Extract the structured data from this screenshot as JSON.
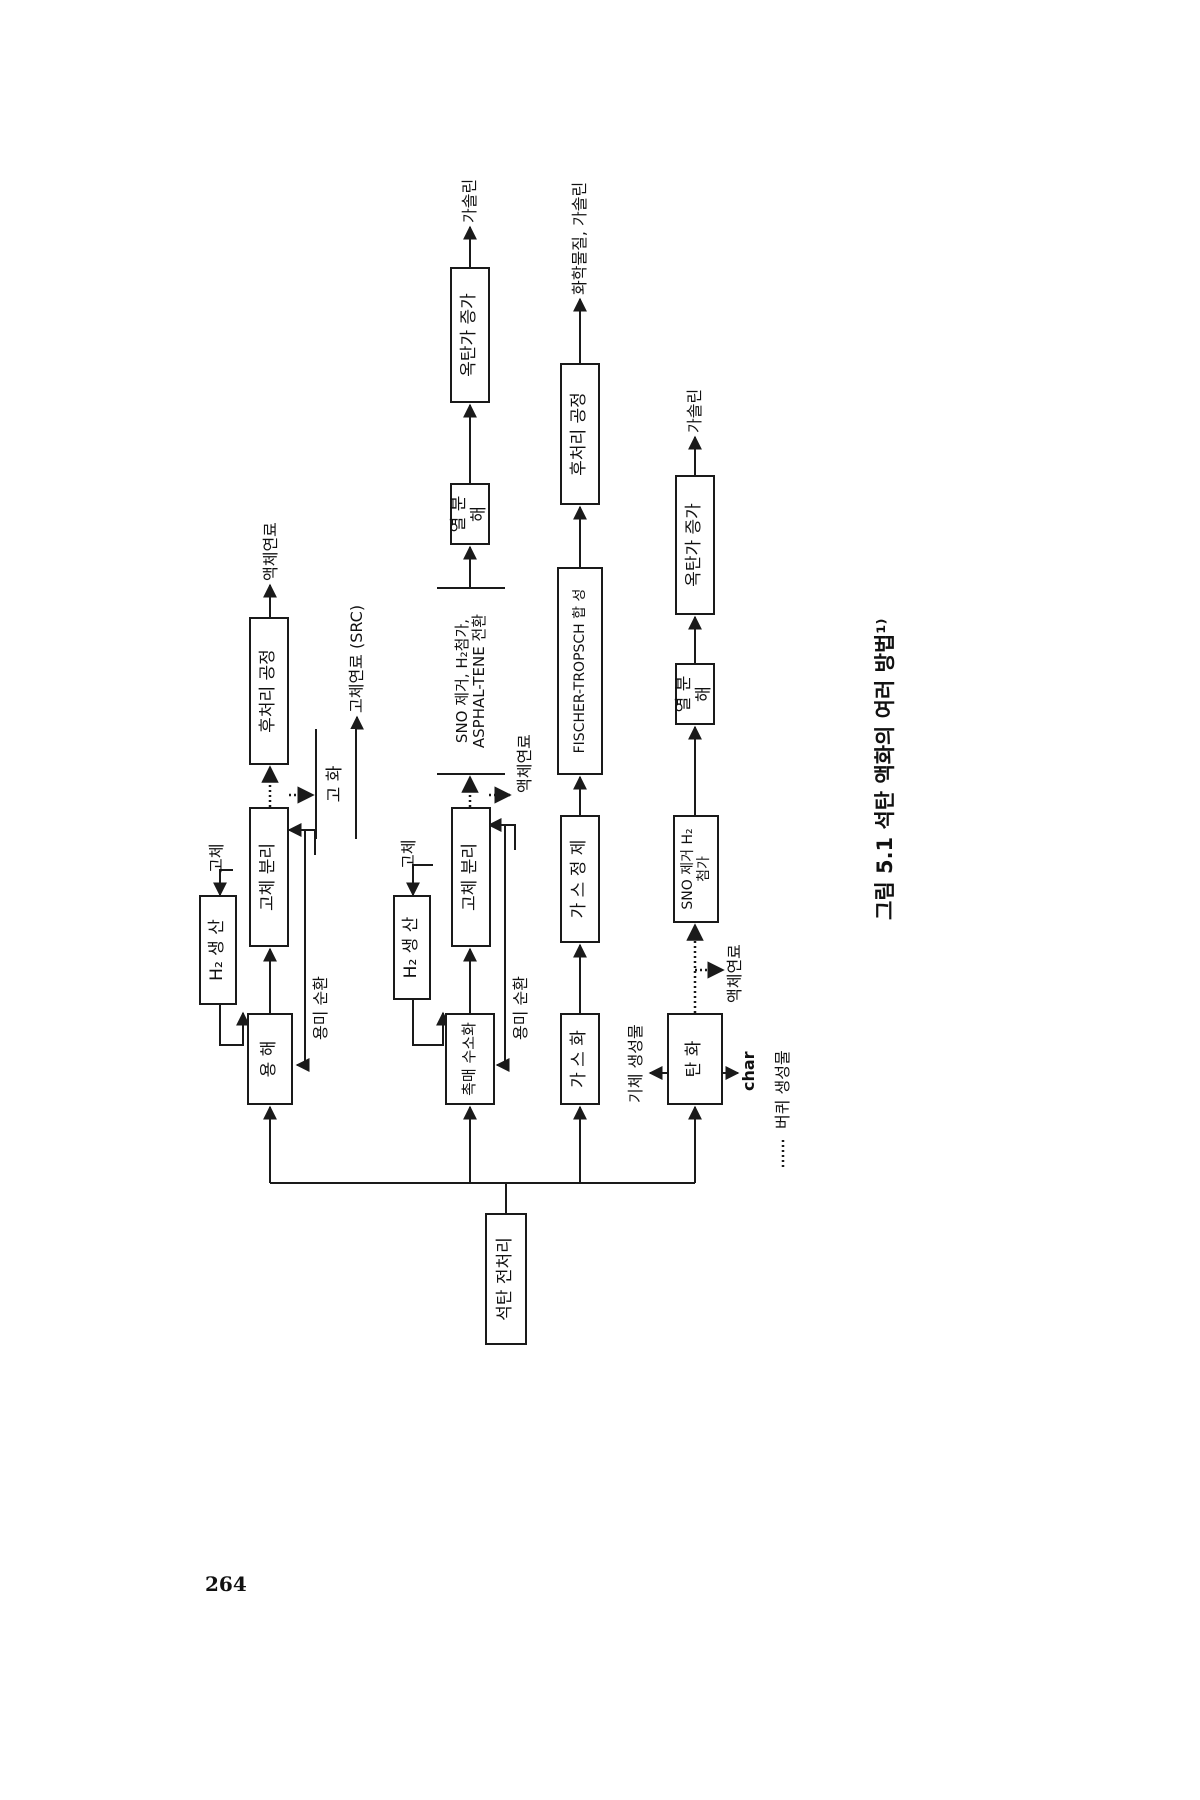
{
  "page_number": "264",
  "caption": "그림 5.1  석탄 액화의 여러 방법¹⁾",
  "legend": {
    "dotted_sample": "……",
    "text": "버퀴 생성물"
  },
  "source": "석탄 전처리",
  "rows": {
    "r1": {
      "h2": "H₂ 생 산",
      "solid_feedback": "고체",
      "main": "용 해",
      "separation": "고체 분리",
      "post": "후처리 공정",
      "out_post": "액체연료",
      "recycle": "용미 순환",
      "solidify": "고 화",
      "out_solid": "고체연료 (SRC)"
    },
    "r2": {
      "h2": "H₂ 생 산",
      "solid_feedback": "고체",
      "main": "촉매 수소화",
      "separation": "고체 분리",
      "treat": "SNO 제거, H₂첨가, ASPHAL-TENE 전환",
      "pyrolysis": "열 분해",
      "octane": "옥탄가 증가",
      "out": "가솔린",
      "side_out": "액체연료",
      "recycle": "용미 순환"
    },
    "r3": {
      "main": "가 스 화",
      "cleanup": "가 스 정 제",
      "ft": "FISCHER-TROPSCH 합 성",
      "post": "후처리 공정",
      "out": "화학물질, 가솔린"
    },
    "r4": {
      "main": "탄 화",
      "gas": "기체 생성물",
      "char": "char",
      "liquid": "액체연료",
      "treat": "SNO 제거 H₂ 첨가",
      "pyrolysis": "열 분해",
      "octane": "옥탄가 증가",
      "out": "가솔린"
    }
  }
}
